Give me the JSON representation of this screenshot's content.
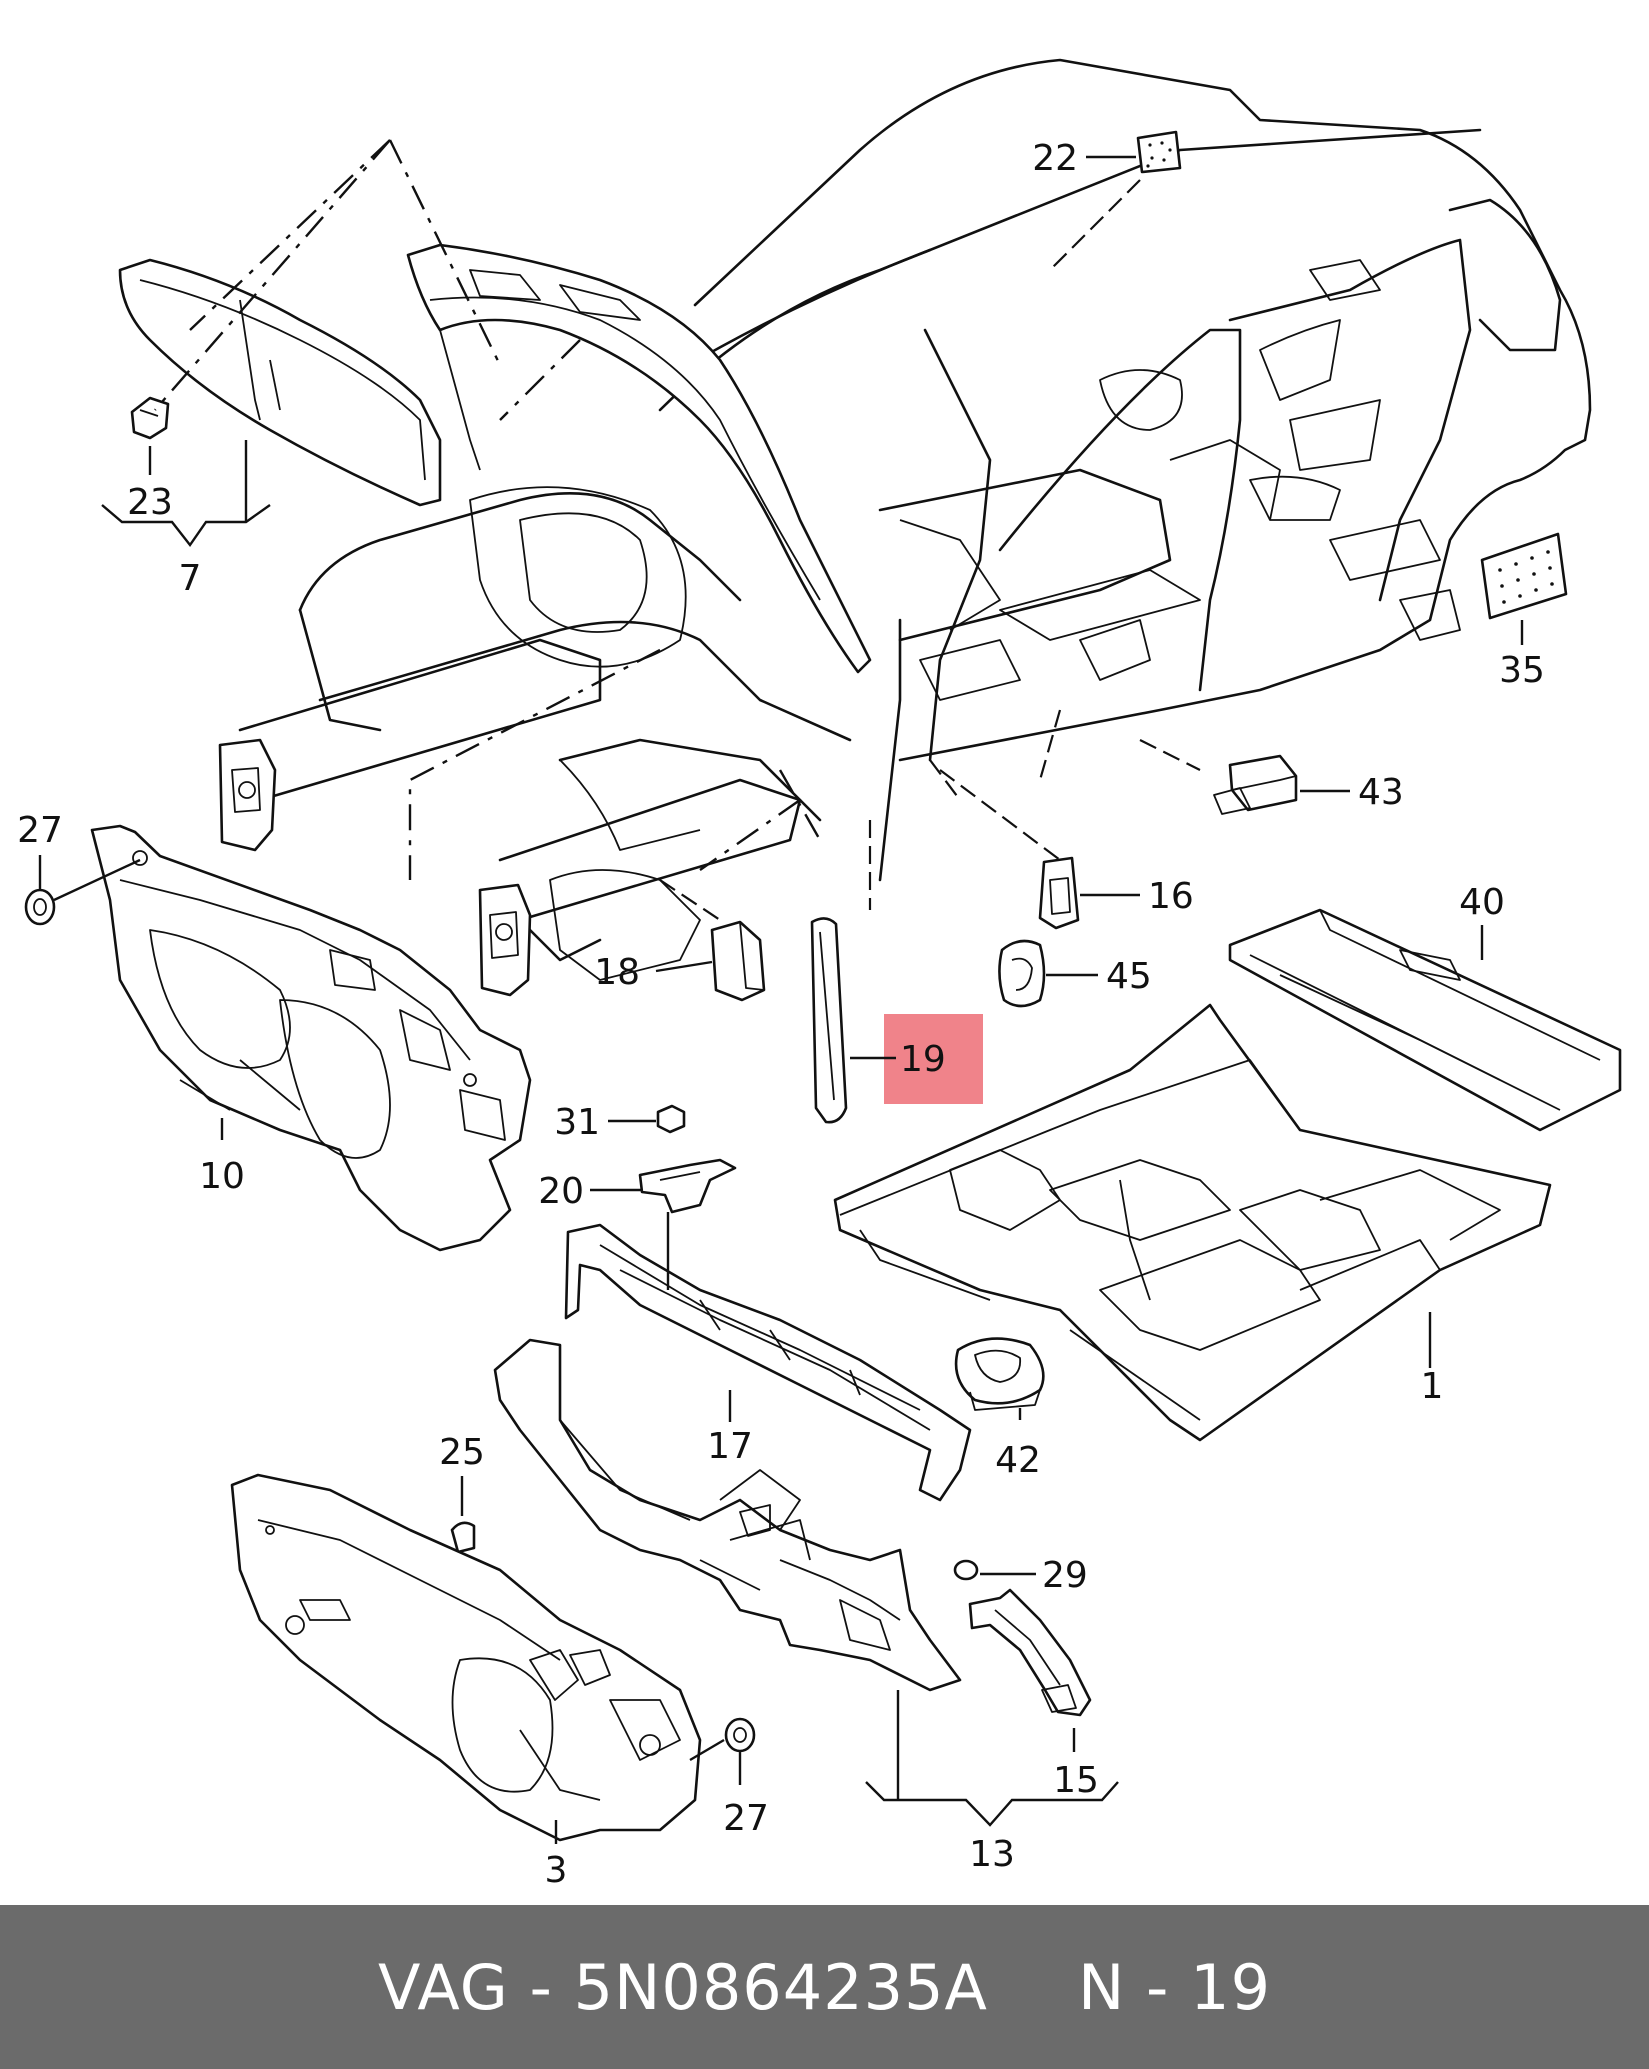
{
  "footer": {
    "brand_part": "VAG - 5N0864235A",
    "ref": "N - 19"
  },
  "colors": {
    "footer_bg": "#6b6b6b",
    "footer_text": "#ffffff",
    "highlight": "#f0838a",
    "line": "#111111"
  },
  "callouts": [
    {
      "id": "c22",
      "label": "22"
    },
    {
      "id": "c23",
      "label": "23"
    },
    {
      "id": "c7",
      "label": "7"
    },
    {
      "id": "c35",
      "label": "35"
    },
    {
      "id": "c27a",
      "label": "27"
    },
    {
      "id": "c43",
      "label": "43"
    },
    {
      "id": "c16",
      "label": "16"
    },
    {
      "id": "c40",
      "label": "40"
    },
    {
      "id": "c18",
      "label": "18"
    },
    {
      "id": "c45",
      "label": "45"
    },
    {
      "id": "c19",
      "label": "19",
      "highlighted": true
    },
    {
      "id": "c31",
      "label": "31"
    },
    {
      "id": "c10",
      "label": "10"
    },
    {
      "id": "c20",
      "label": "20"
    },
    {
      "id": "c1",
      "label": "1"
    },
    {
      "id": "c17",
      "label": "17"
    },
    {
      "id": "c42",
      "label": "42"
    },
    {
      "id": "c25",
      "label": "25"
    },
    {
      "id": "c29",
      "label": "29"
    },
    {
      "id": "c15",
      "label": "15"
    },
    {
      "id": "c27b",
      "label": "27"
    },
    {
      "id": "c13",
      "label": "13"
    },
    {
      "id": "c3",
      "label": "3"
    }
  ]
}
